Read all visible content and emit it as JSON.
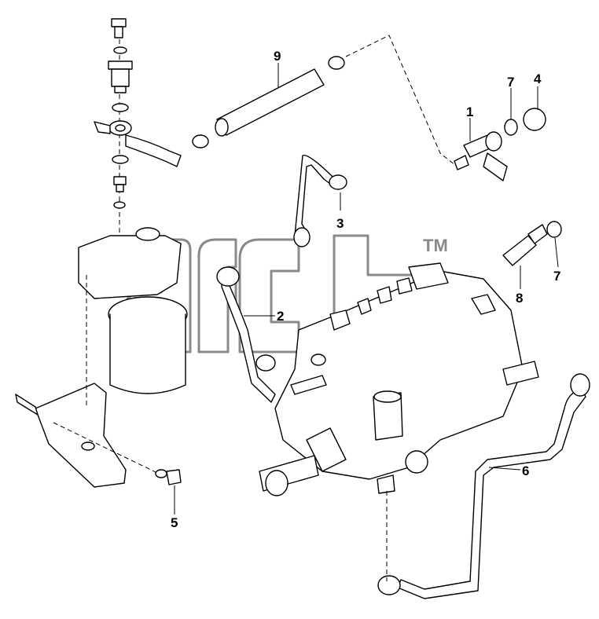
{
  "watermark": {
    "text": "afcb",
    "trademark": "TM"
  },
  "callouts": [
    {
      "id": "c9",
      "label": "9"
    },
    {
      "id": "c1",
      "label": "1"
    },
    {
      "id": "c7a",
      "label": "7"
    },
    {
      "id": "c4",
      "label": "4"
    },
    {
      "id": "c3",
      "label": "3"
    },
    {
      "id": "c7b",
      "label": "7"
    },
    {
      "id": "c8",
      "label": "8"
    },
    {
      "id": "c2",
      "label": "2"
    },
    {
      "id": "c6",
      "label": "6"
    },
    {
      "id": "c5",
      "label": "5"
    }
  ]
}
